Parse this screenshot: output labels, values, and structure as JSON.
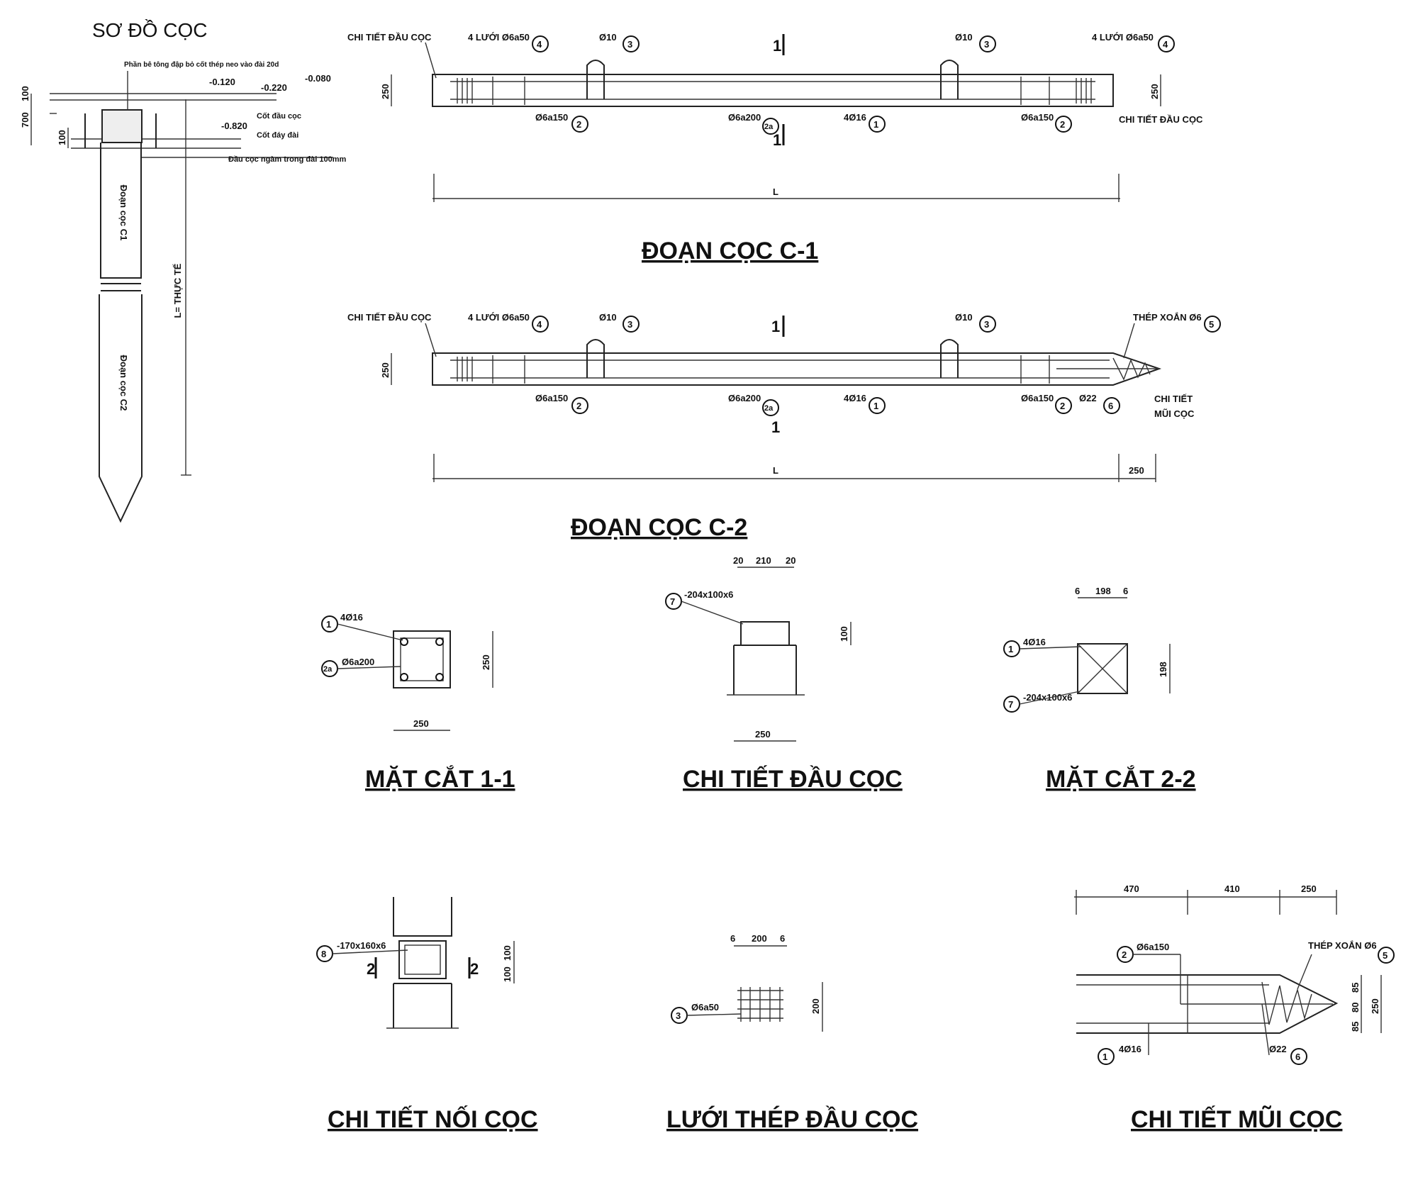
{
  "titles": {
    "so_do_coc": "SƠ ĐỒ CỌC",
    "doan_coc_c1": "ĐOẠN CỌC C-1",
    "doan_coc_c2": "ĐOẠN CỌC C-2",
    "mat_cat_11": "MẶT CẮT 1-1",
    "chi_tiet_dau_coc": "CHI TIẾT ĐẦU CỌC",
    "mat_cat_22": "MẶT CẮT 2-2",
    "chi_tiet_noi_coc": "CHI TIẾT NỐI CỌC",
    "luoi_thep_dau_coc": "LƯỚI THÉP ĐẦU CỌC",
    "chi_tiet_mui_coc": "CHI TIẾT MŨI CỌC"
  },
  "schema": {
    "note_top": "Phần bê tông đập bỏ cốt thép neo vào đài 20d",
    "el_1": "-0.120",
    "el_2": "-0.220",
    "el_3": "-0.080",
    "el_4": "-0.820",
    "label_cos_dau": "Cốt đầu cọc",
    "label_cos_day": "Cốt đáy đài",
    "note_embed": "Đầu cọc ngàm trong đài 100mm",
    "dim_top": "100",
    "dim_mid": "700",
    "dim_small": "100",
    "seg1": "Đoạn cọc C1",
    "seg2": "Đoạn cọc C2",
    "total": "L= THỰC TẾ"
  },
  "c1": {
    "head_left": "CHI TIẾT ĐẦU CỌC",
    "mesh_left": "4 LƯỚI Ø6a50",
    "n4": "4",
    "hook_left": "Ø10",
    "n3": "3",
    "sec": "1",
    "hook_right": "Ø10",
    "mesh_right": "4 LƯỚI Ø6a50",
    "head_right": "CHI TIẾT ĐẦU CỌC",
    "dim_h": "250",
    "stir_left": "Ø6a150",
    "n2": "2",
    "stir_mid": "Ø6a200",
    "n2a": "2a",
    "main": "4Ø16",
    "n1": "1",
    "stir_right": "Ø6a150",
    "L": "L"
  },
  "c2": {
    "head_left": "CHI TIẾT ĐẦU CỌC",
    "mesh_left": "4 LƯỚI Ø6a50",
    "n4": "4",
    "hook_left": "Ø10",
    "n3": "3",
    "sec": "1",
    "hook_right": "Ø10",
    "spiral": "THÉP XOẮN Ø6",
    "n5": "5",
    "dim_h": "250",
    "stir_left": "Ø6a150",
    "n2": "2",
    "stir_mid": "Ø6a200",
    "n2a": "2a",
    "main": "4Ø16",
    "n1": "1",
    "stir_right": "Ø6a150",
    "tip_bar": "Ø22",
    "n6": "6",
    "tip_detail_1": "CHI TIẾT",
    "tip_detail_2": "MŨI CỌC",
    "L": "L",
    "dim_tip": "250"
  },
  "mc11": {
    "main": "4Ø16",
    "n1": "1",
    "stir": "Ø6a200",
    "n2a": "2a",
    "h": "250",
    "w": "250"
  },
  "ctdc": {
    "d1": "20",
    "d2": "210",
    "d3": "20",
    "plate": "-204x100x6",
    "n7": "7",
    "h": "100",
    "w": "250"
  },
  "mc22": {
    "d1": "6",
    "d2": "198",
    "d3": "6",
    "main": "4Ø16",
    "n1": "1",
    "plate": "-204x100x6",
    "n7": "7",
    "h": "198"
  },
  "noi": {
    "plate": "-170x160x6",
    "n8": "8",
    "sec_l": "2",
    "sec_r": "2",
    "d1": "100",
    "d2": "100"
  },
  "luoi": {
    "d1": "6",
    "d2": "200",
    "d3": "6",
    "bar": "Ø6a50",
    "n3": "3",
    "h": "200"
  },
  "mui": {
    "d1": "470",
    "d2": "410",
    "d3": "250",
    "stir": "Ø6a150",
    "n2": "2",
    "spiral": "THÉP XOẮN Ø6",
    "n5": "5",
    "main": "4Ø16",
    "n1": "1",
    "tip": "Ø22",
    "n6": "6",
    "h1": "85",
    "h2": "80",
    "h3": "85",
    "htot": "250"
  }
}
